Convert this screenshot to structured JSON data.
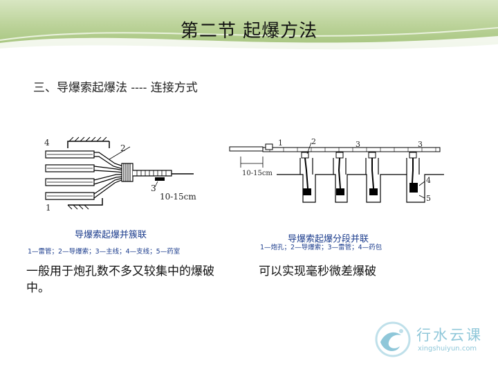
{
  "slide": {
    "title": "第二节  起爆方法",
    "subtitle": "三、导爆索起爆法 ---- 连接方式"
  },
  "figure_left": {
    "labels": {
      "n1": "1",
      "n2": "2",
      "n3": "3",
      "n4": "4",
      "dim": "10-15cm"
    },
    "caption": "导爆索起爆并簇联",
    "legend": "1—雷管；2—导爆索；3—主线；4—支线；5—药室",
    "description": "一般用于炮孔数不多又较集中的爆破中。"
  },
  "figure_right": {
    "labels": {
      "n1": "1",
      "n2": "2",
      "n3": "3",
      "n3b": "3",
      "n4": "4",
      "n5": "5",
      "dim": "10-15cm"
    },
    "caption": "导爆索起爆分段并联",
    "legend": "1—炮孔；2—导爆索；3—雷管；4—药包",
    "description": "可以实现毫秒微差爆破"
  },
  "watermark": {
    "name": "行水云课",
    "url": "xingshuiyun.com"
  },
  "colors": {
    "header_green": "#9dbf73",
    "caption_blue": "#1a3b8c",
    "logo_blue": "#8fc7d9"
  }
}
